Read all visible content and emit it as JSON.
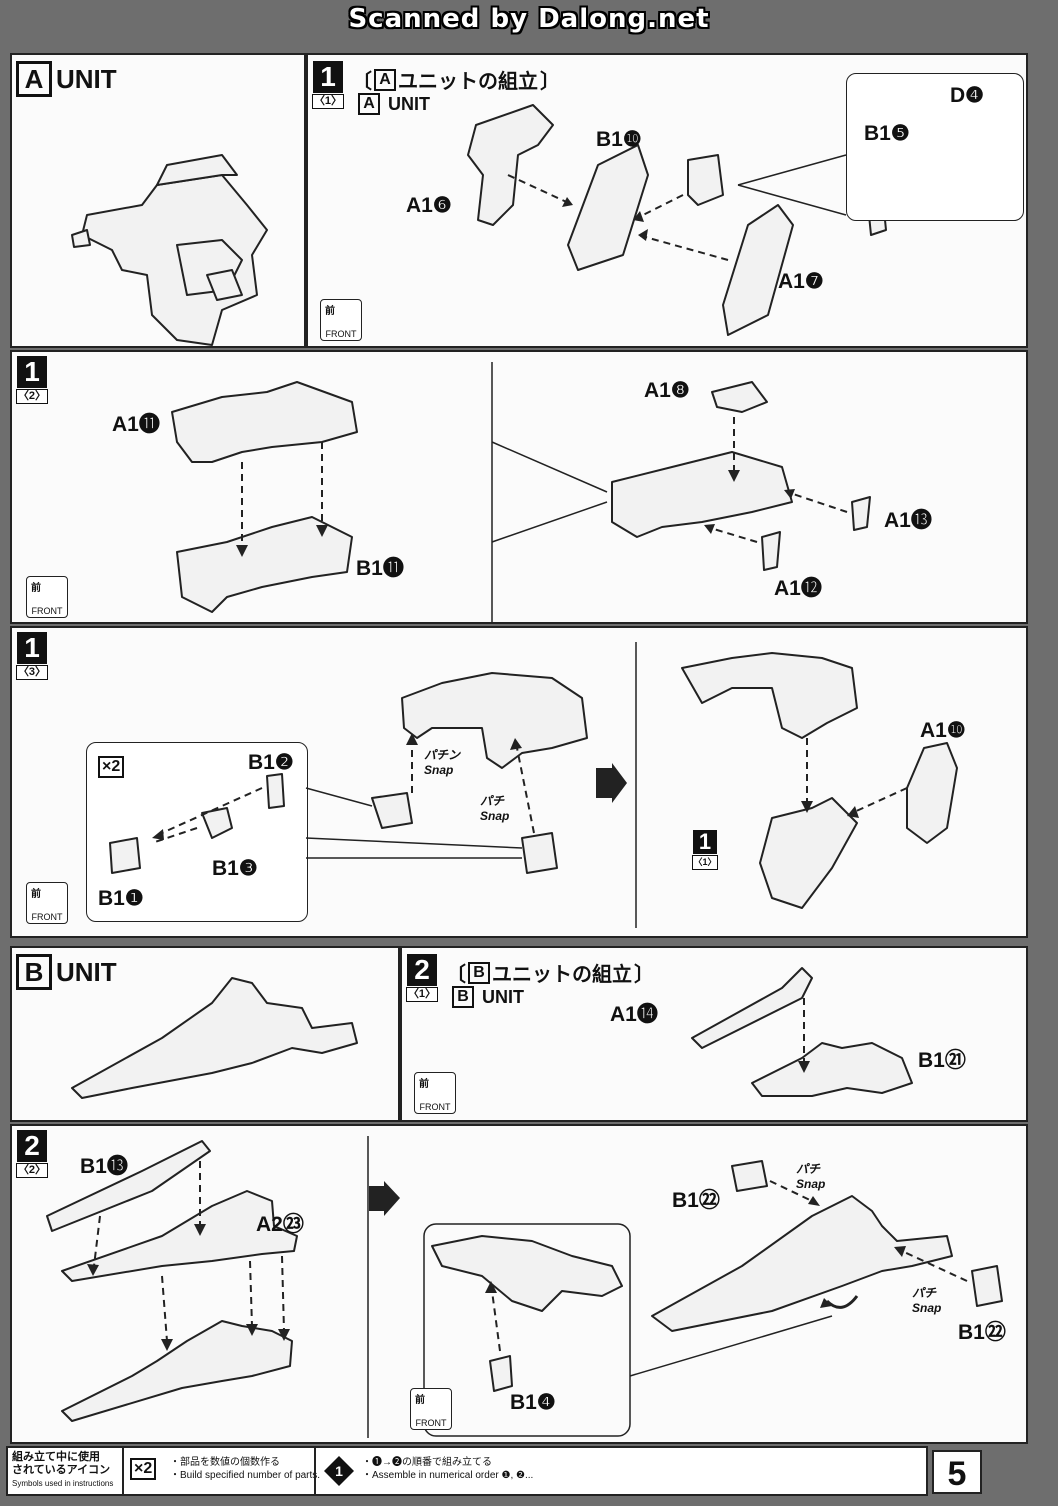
{
  "header": {
    "scan_credit": "Scanned by Dalong.net"
  },
  "unit_a": {
    "letter": "A",
    "word": "UNIT",
    "assembly_title": "ユニットの組立",
    "assembly_sub": "UNIT",
    "step1": {
      "number": "1",
      "sub": "〈1〉",
      "labels": {
        "a16": "A1❻",
        "b110": "B1❿",
        "a17": "A1❼",
        "d4": "D❹",
        "b15": "B1❺"
      }
    },
    "step2": {
      "number": "1",
      "sub": "〈2〉",
      "labels": {
        "a111": "A1⓫",
        "b111": "B1⓫",
        "a18": "A1❽",
        "a113": "A1⓭",
        "a112": "A1⓬"
      }
    },
    "step3": {
      "number": "1",
      "sub": "〈3〉",
      "labels": {
        "b12": "B1❷",
        "b13": "B1❸",
        "b11": "B1❶",
        "a110": "A1❿",
        "ref_num": "1",
        "ref_sub": "〈1〉"
      },
      "multiplier": "×2"
    }
  },
  "unit_b": {
    "letter": "B",
    "word": "UNIT",
    "assembly_title": "ユニットの組立",
    "assembly_sub": "UNIT",
    "step1": {
      "number": "2",
      "sub": "〈1〉",
      "labels": {
        "a114": "A1⓮",
        "b121": "B1㉑"
      }
    },
    "step2": {
      "number": "2",
      "sub": "〈2〉",
      "labels": {
        "b113": "B1⓭",
        "a223": "A2㉓",
        "b122_top": "B1㉒",
        "b122_bottom": "B1㉒",
        "b14": "B1❹"
      }
    }
  },
  "front_icon": {
    "kanji": "前",
    "label": "FRONT"
  },
  "snap_text": {
    "jp": "パチン",
    "jp_short": "パチ",
    "en": "Snap"
  },
  "legend": {
    "heading_jp_1": "組み立て中に使用",
    "heading_jp_2": "されているアイコン",
    "heading_en": "Symbols used in instructions",
    "x2_icon": "×2",
    "x2_jp": "・部品を数値の個数作る",
    "x2_en": "・Build specified number of parts.",
    "seq_icon": "❶",
    "seq_jp": "・❶→❷の順番で組み立てる",
    "seq_en": "・Assemble in numerical order ❶, ❷..."
  },
  "page_number": "5"
}
